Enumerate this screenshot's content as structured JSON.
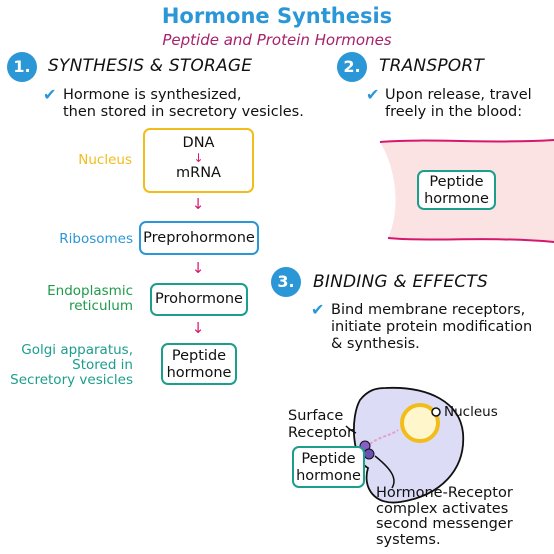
{
  "header": {
    "title": "Hormone Synthesis",
    "subtitle": "Peptide and Protein Hormones"
  },
  "sections": {
    "synthesis": {
      "number": "1.",
      "heading": "SYNTHESIS & STORAGE",
      "check_line1": "Hormone is synthesized,",
      "check_line2": "then stored in secretory vesicles."
    },
    "transport": {
      "number": "2.",
      "heading": "TRANSPORT",
      "check_line1": "Upon release, travel",
      "check_line2": "freely in the blood:",
      "box_line1": "Peptide",
      "box_line2": "hormone"
    },
    "binding": {
      "number": "3.",
      "heading": "BINDING & EFFECTS",
      "check_line1": "Bind membrane receptors,",
      "check_line2": "initiate protein modification",
      "check_line3": "& synthesis."
    }
  },
  "pathway": {
    "nucleus_label": "Nucleus",
    "dna": "DNA",
    "mrna": "mRNA",
    "ribosomes_label": "Ribosomes",
    "preprohormone": "Preprohormone",
    "er_label_line1": "Endoplasmic",
    "er_label_line2": "reticulum",
    "prohormone": "Prohormone",
    "golgi_label_line1": "Golgi apparatus,",
    "golgi_label_line2": "Stored in",
    "golgi_label_line3": "Secretory vesicles",
    "peptide_line1": "Peptide",
    "peptide_line2": "hormone"
  },
  "cell": {
    "surface_label_line1": "Surface",
    "surface_label_line2": "Receptor",
    "nucleus_label": "Nucleus",
    "peptide_line1": "Peptide",
    "peptide_line2": "hormone",
    "complex_line1": "Hormone-Receptor",
    "complex_line2": "complex activates",
    "complex_line3": "second messenger",
    "complex_line4": "systems."
  },
  "colors": {
    "title_blue": "#2b97d6",
    "subtitle_magenta": "#a8216b",
    "arrow_pink": "#d6176e",
    "nucleus_yellow": "#f2bc1b",
    "ribosome_blue": "#2b97d6",
    "er_green": "#1f9a4a",
    "golgi_teal": "#1c9e8c",
    "blood_pink": "#fbe3e3",
    "cell_lavender": "#dcdcf6"
  }
}
